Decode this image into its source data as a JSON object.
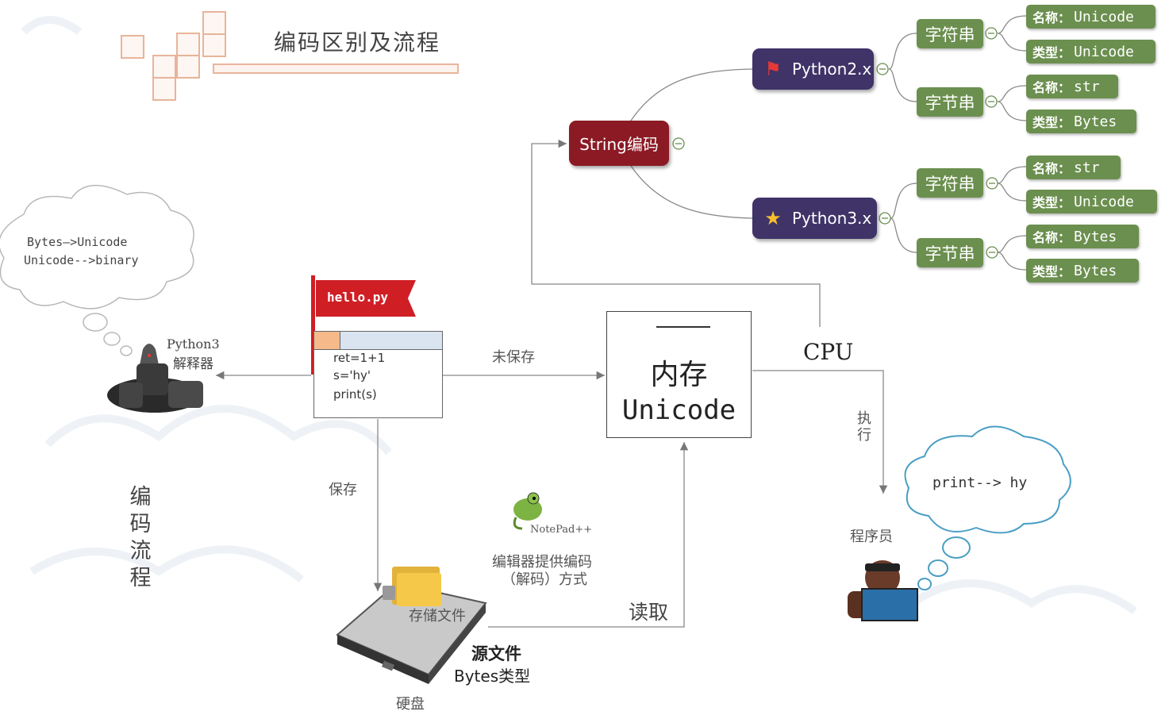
{
  "title": "编码区别及流程",
  "side_title": "编码流程",
  "thought_left": [
    "Bytes—>Unicode",
    "Unicode-->binary"
  ],
  "interpreter": [
    "Python3",
    "解释器"
  ],
  "file": {
    "flag": "hello.py",
    "code": [
      "ret=1+1",
      "s='hy'",
      "print(s)"
    ]
  },
  "edges": {
    "unsaved": "未保存",
    "saved": "保存",
    "read": "读取",
    "execute": "执行",
    "cpu": "CPU"
  },
  "memory": {
    "line1": "内存",
    "line2": "Unicode"
  },
  "notepad": {
    "logo_text": "NotePad++",
    "caption1": "编辑器提供编码",
    "caption2": "（解码）方式"
  },
  "disk": {
    "folder_label": "存储文件",
    "source1": "源文件",
    "source2": "Bytes类型",
    "disk_label": "硬盘"
  },
  "programmer": {
    "label": "程序员",
    "thought": "print--> hy"
  },
  "mindmap": {
    "root": "String编码",
    "py2": {
      "label": "Python2.x",
      "str_branch": "字符串",
      "bytes_branch": "字节串",
      "leaves": [
        {
          "k": "名称：",
          "v": "Unicode"
        },
        {
          "k": "类型：",
          "v": "Unicode"
        },
        {
          "k": "名称：",
          "v": "str"
        },
        {
          "k": "类型：",
          "v": "Bytes"
        }
      ]
    },
    "py3": {
      "label": "Python3.x",
      "str_branch": "字符串",
      "bytes_branch": "字节串",
      "leaves": [
        {
          "k": "名称：",
          "v": "str"
        },
        {
          "k": "类型：",
          "v": "Unicode"
        },
        {
          "k": "名称：",
          "v": "Bytes"
        },
        {
          "k": "类型：",
          "v": "Bytes"
        }
      ]
    }
  },
  "colors": {
    "root": "#8b1a24",
    "python": "#3f3368",
    "branch": "#6b8f4e",
    "flag": "#cf1f25",
    "cloud_blue": "#4a9ec4"
  }
}
